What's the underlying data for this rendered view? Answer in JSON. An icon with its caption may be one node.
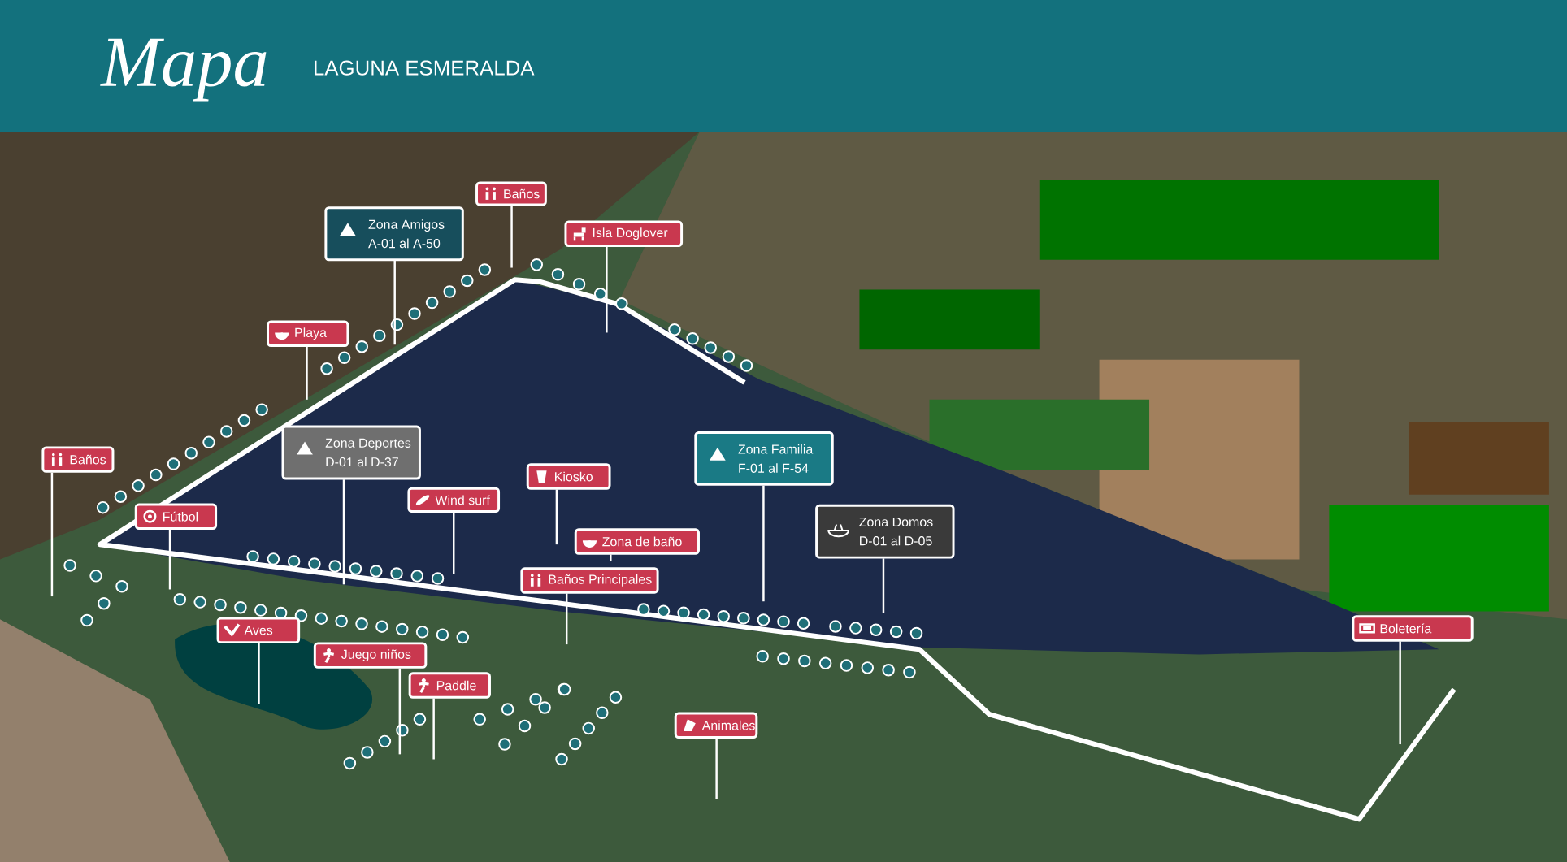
{
  "diagram": {
    "title": "Mapa",
    "labels": [
      "LAGUNA ESMERALDA"
    ],
    "nodes": [
      {
        "text": [
          "Baños"
        ]
      },
      {
        "text": [
          "Zona Amigos",
          "A-01 al A-50"
        ]
      },
      {
        "text": [
          "Isla Doglover"
        ]
      },
      {
        "text": [
          "Playa"
        ]
      },
      {
        "text": [
          "Baños"
        ]
      },
      {
        "text": [
          "Zona Deportes",
          "D-01 al D-37"
        ]
      },
      {
        "text": [
          "Kiosko"
        ]
      },
      {
        "text": [
          "Wind surf"
        ]
      },
      {
        "text": [
          "Zona Familia",
          "F-01 al F-54"
        ]
      },
      {
        "text": [
          "Fútbol"
        ]
      },
      {
        "text": [
          "Zona Domos",
          "D-01 al D-05"
        ]
      },
      {
        "text": [
          "Zona de baño"
        ]
      },
      {
        "text": [
          "Baños Principales"
        ]
      },
      {
        "text": [
          "Aves"
        ]
      },
      {
        "text": [
          "Juego niños"
        ]
      },
      {
        "text": [
          "Paddle"
        ]
      },
      {
        "text": [
          "Animales"
        ]
      },
      {
        "text": [
          "Boletería"
        ]
      }
    ],
    "edges": [
      {
        "from": 0,
        "to": null,
        "arrow": "none"
      },
      {
        "from": 1,
        "to": null,
        "arrow": "none"
      },
      {
        "from": 2,
        "to": null,
        "arrow": "none"
      },
      {
        "from": 3,
        "to": null,
        "arrow": "none"
      },
      {
        "from": 4,
        "to": null,
        "arrow": "none"
      },
      {
        "from": 5,
        "to": null,
        "arrow": "none"
      },
      {
        "from": 6,
        "to": null,
        "arrow": "none"
      },
      {
        "from": 7,
        "to": null,
        "arrow": "none"
      },
      {
        "from": 8,
        "to": null,
        "arrow": "none"
      },
      {
        "from": 9,
        "to": null,
        "arrow": "none"
      },
      {
        "from": 10,
        "to": null,
        "arrow": "none"
      },
      {
        "from": 11,
        "to": null,
        "arrow": "none"
      },
      {
        "from": 12,
        "to": null,
        "arrow": "none"
      },
      {
        "from": 13,
        "to": null,
        "arrow": "none"
      },
      {
        "from": 14,
        "to": null,
        "arrow": "none"
      },
      {
        "from": 15,
        "to": null,
        "arrow": "none"
      },
      {
        "from": 16,
        "to": null,
        "arrow": "none"
      },
      {
        "from": 17,
        "to": null,
        "arrow": "none"
      }
    ]
  }
}
